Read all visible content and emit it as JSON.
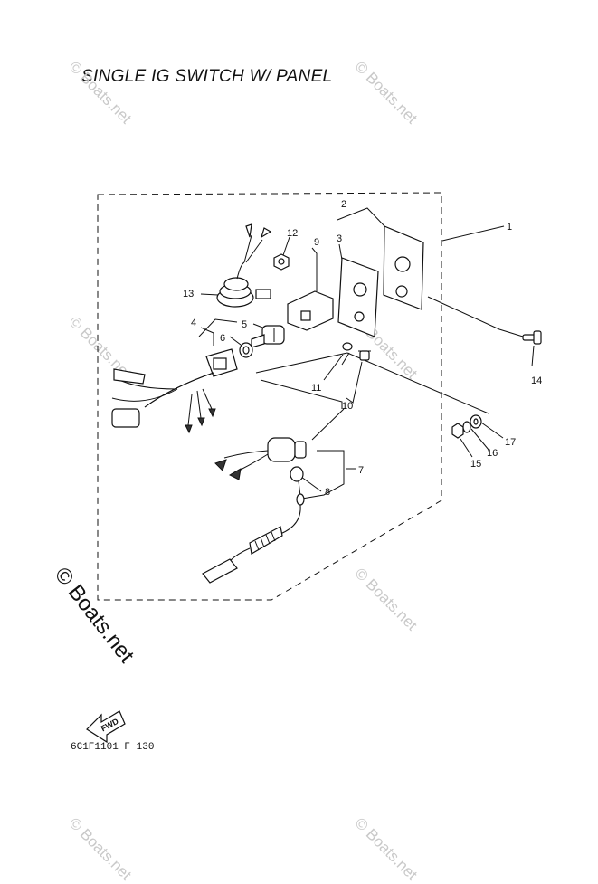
{
  "title": "SINGLE IG SWITCH W/ PANEL",
  "figure_code": "6C1F1101 F 130",
  "fwd_label": "FWD",
  "watermark": "© Boats.net",
  "callouts": [
    "1",
    "2",
    "3",
    "4",
    "5",
    "6",
    "7",
    "8",
    "9",
    "10",
    "11",
    "12",
    "13",
    "14",
    "15",
    "16",
    "17"
  ],
  "icons": {
    "fwd_arrow": "fwd-arrow-icon"
  }
}
